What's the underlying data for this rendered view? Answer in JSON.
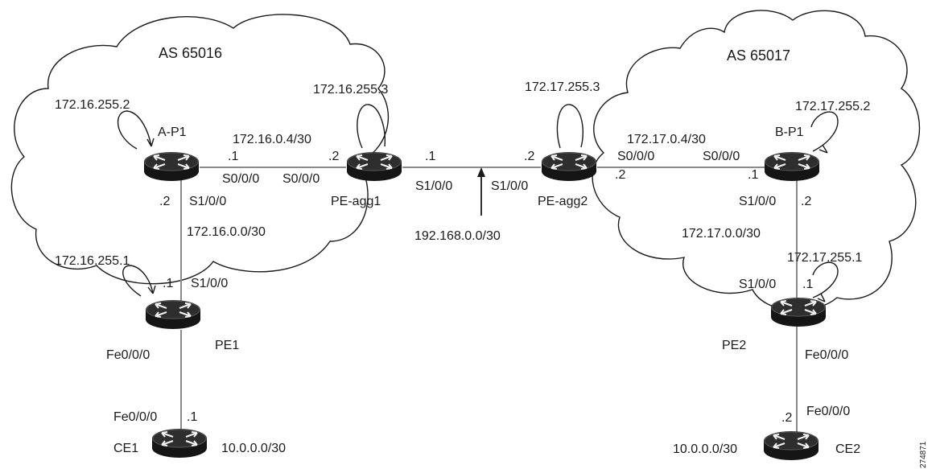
{
  "as_left": "AS 65016",
  "as_right": "AS 65017",
  "routers": {
    "ap1": "A-P1",
    "peagg1": "PE-agg1",
    "pe1": "PE1",
    "ce1": "CE1",
    "peagg2": "PE-agg2",
    "bp1": "B-P1",
    "pe2": "PE2",
    "ce2": "CE2"
  },
  "loopbacks": {
    "ap1": "172.16.255.2",
    "peagg1": "172.16.255.3",
    "pe1": "172.16.255.1",
    "peagg2": "172.17.255.3",
    "bp1": "172.17.255.2",
    "pe2": "172.17.255.1"
  },
  "subnets": {
    "ap1_peagg1": "172.16.0.4/30",
    "ap1_pe1": "172.16.0.0/30",
    "agg_link": "192.168.0.0/30",
    "peagg2_bp1": "172.17.0.4/30",
    "bp1_pe2": "172.17.0.0/30",
    "ce1": "10.0.0.0/30",
    "ce2": "10.0.0.0/30"
  },
  "interfaces": {
    "ap1_s000": "S0/0/0",
    "ap1_s100": "S1/0/0",
    "peagg1_s000": "S0/0/0",
    "peagg1_s100": "S1/0/0",
    "pe1_s100": "S1/0/0",
    "pe1_fe000": "Fe0/0/0",
    "ce1_fe000": "Fe0/0/0",
    "peagg2_s100": "S1/0/0",
    "peagg2_s000": "S0/0/0",
    "bp1_s000": "S0/0/0",
    "bp1_s100": "S1/0/0",
    "pe2_s100": "S1/0/0",
    "pe2_fe000": "Fe0/0/0",
    "ce2_fe000": "Fe0/0/0"
  },
  "hosts": {
    "ap1_right": ".1",
    "peagg1_left": ".2",
    "ap1_bottom": ".2",
    "pe1_top": ".1",
    "peagg1_right": ".1",
    "peagg2_left": ".2",
    "peagg2_right": ".2",
    "bp1_left": ".1",
    "bp1_bottom": ".2",
    "pe2_top": ".1",
    "ce1_top": ".1",
    "ce2_top": ".2"
  },
  "figure_id": "274871"
}
